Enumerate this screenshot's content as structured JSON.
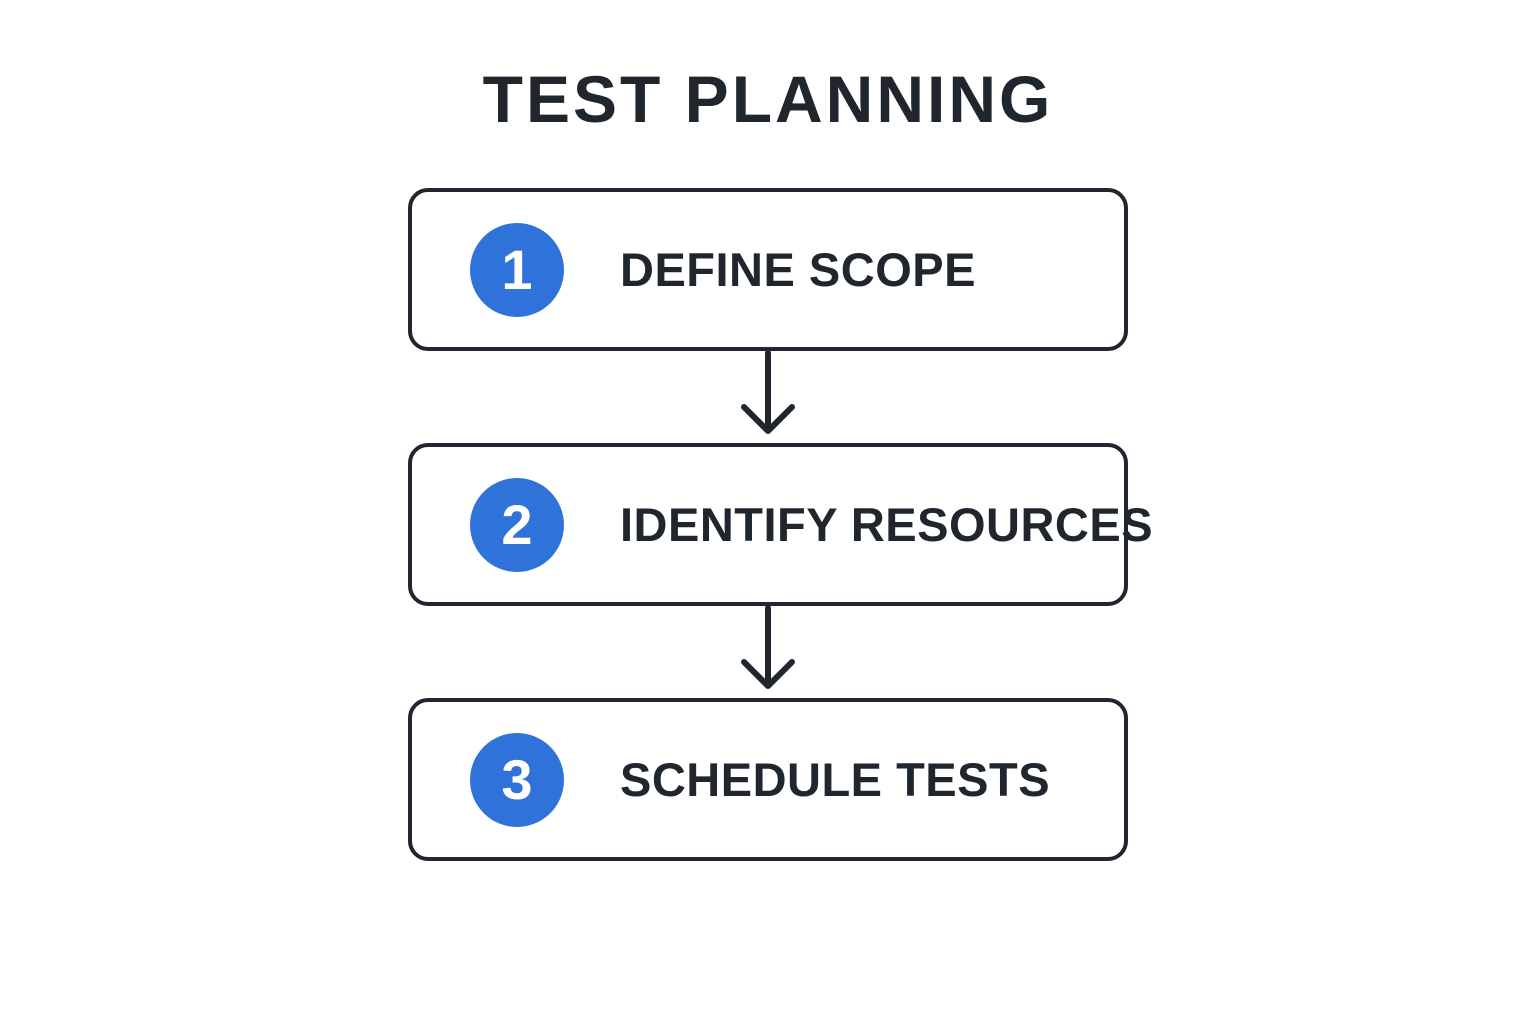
{
  "title": "TEST PLANNING",
  "colors": {
    "accent_blue": "#2f72d9",
    "ink": "#1f262e",
    "box_bg": "#ffffff",
    "page_bg": "#ffffff"
  },
  "steps": [
    {
      "number": "1",
      "label": "DEFINE SCOPE"
    },
    {
      "number": "2",
      "label": "IDENTIFY RESOURCES"
    },
    {
      "number": "3",
      "label": "SCHEDULE TESTS"
    }
  ]
}
